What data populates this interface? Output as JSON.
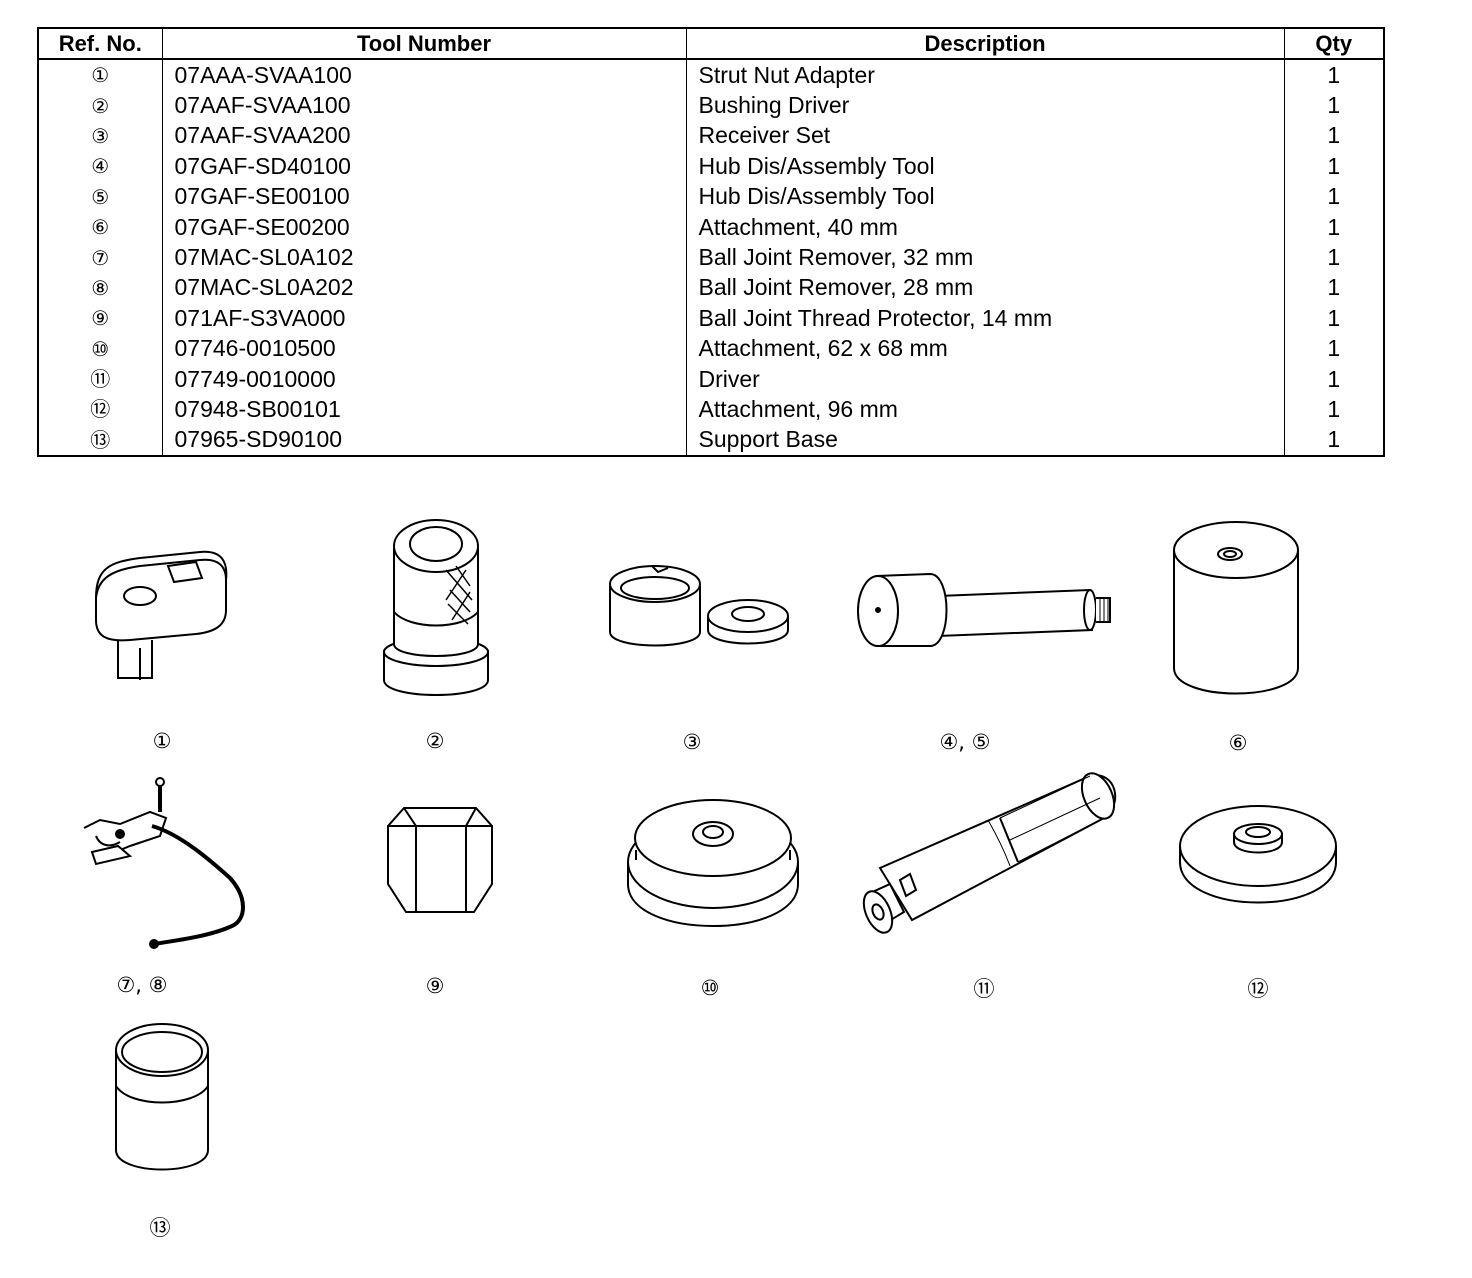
{
  "table": {
    "headers": {
      "ref": "Ref. No.",
      "tool": "Tool Number",
      "description": "Description",
      "qty": "Qty"
    },
    "rows": [
      {
        "ref": "①",
        "tool": "07AAA-SVAA100",
        "description": "Strut Nut Adapter",
        "qty": "1"
      },
      {
        "ref": "②",
        "tool": "07AAF-SVAA100",
        "description": "Bushing Driver",
        "qty": "1"
      },
      {
        "ref": "③",
        "tool": "07AAF-SVAA200",
        "description": "Receiver Set",
        "qty": "1"
      },
      {
        "ref": "④",
        "tool": "07GAF-SD40100",
        "description": "Hub Dis/Assembly Tool",
        "qty": "1"
      },
      {
        "ref": "⑤",
        "tool": "07GAF-SE00100",
        "description": "Hub Dis/Assembly Tool",
        "qty": "1"
      },
      {
        "ref": "⑥",
        "tool": "07GAF-SE00200",
        "description": "Attachment, 40 mm",
        "qty": "1"
      },
      {
        "ref": "⑦",
        "tool": "07MAC-SL0A102",
        "description": "Ball Joint Remover, 32 mm",
        "qty": "1"
      },
      {
        "ref": "⑧",
        "tool": "07MAC-SL0A202",
        "description": "Ball Joint Remover, 28 mm",
        "qty": "1"
      },
      {
        "ref": "⑨",
        "tool": "071AF-S3VA000",
        "description": "Ball Joint Thread Protector, 14 mm",
        "qty": "1"
      },
      {
        "ref": "⑩",
        "tool": "07746-0010500",
        "description": "Attachment, 62 x 68 mm",
        "qty": "1"
      },
      {
        "ref": "⑪",
        "tool": "07749-0010000",
        "description": "Driver",
        "qty": "1"
      },
      {
        "ref": "⑫",
        "tool": "07948-SB00101",
        "description": "Attachment, 96 mm",
        "qty": "1"
      },
      {
        "ref": "⑬",
        "tool": "07965-SD90100",
        "description": "Support Base",
        "qty": "1"
      }
    ]
  },
  "illustrations": [
    {
      "label": "①"
    },
    {
      "label": "②"
    },
    {
      "label": "③"
    },
    {
      "label": "④, ⑤"
    },
    {
      "label": "⑥"
    },
    {
      "label": "⑦, ⑧"
    },
    {
      "label": "⑨"
    },
    {
      "label": "⑩"
    },
    {
      "label": "⑪"
    },
    {
      "label": "⑫"
    },
    {
      "label": "⑬"
    }
  ]
}
